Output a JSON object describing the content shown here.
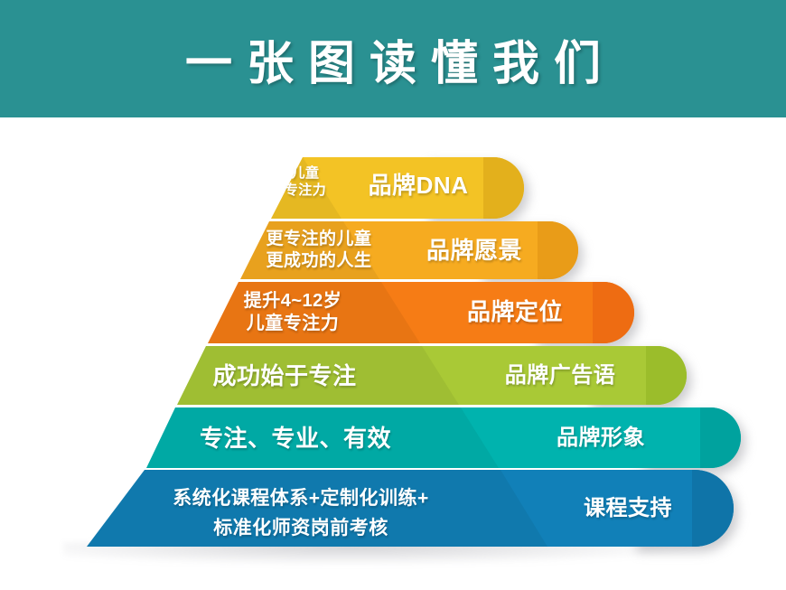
{
  "header": {
    "title": "一张图读懂我们",
    "background_color": "#2a9192",
    "text_color": "#ffffff"
  },
  "pyramid": {
    "name": "brand-pyramid",
    "tiers": [
      {
        "id": "tier-brand-dna",
        "level": 1,
        "left_label": "儿童\n专注力",
        "right_label": "品牌DNA",
        "color": "#f3c325",
        "cap_color": "#e5b11c"
      },
      {
        "id": "tier-brand-vision",
        "level": 2,
        "left_label": "更专注的儿童\n更成功的人生",
        "right_label": "品牌愿景",
        "color": "#f6ab20",
        "cap_color": "#eb9b17"
      },
      {
        "id": "tier-brand-positioning",
        "level": 3,
        "left_label": "提升4~12岁\n儿童专注力",
        "right_label": "品牌定位",
        "color": "#f67c15",
        "cap_color": "#ef6a14"
      },
      {
        "id": "tier-brand-slogan",
        "level": 4,
        "left_label": "成功始于专注",
        "right_label": "品牌广告语",
        "color": "#a9c936",
        "cap_color": "#9cbe2c"
      },
      {
        "id": "tier-brand-image",
        "level": 5,
        "left_label": "专注、专业、有效",
        "right_label": "品牌形象",
        "color": "#00b3ae",
        "cap_color": "#00a39f"
      },
      {
        "id": "tier-course-support",
        "level": 6,
        "left_label": "系统化课程体系+定制化训练+\n标准化师资岗前考核",
        "right_label": "课程支持",
        "color": "#1180b8",
        "cap_color": "#0f74a8"
      }
    ]
  }
}
